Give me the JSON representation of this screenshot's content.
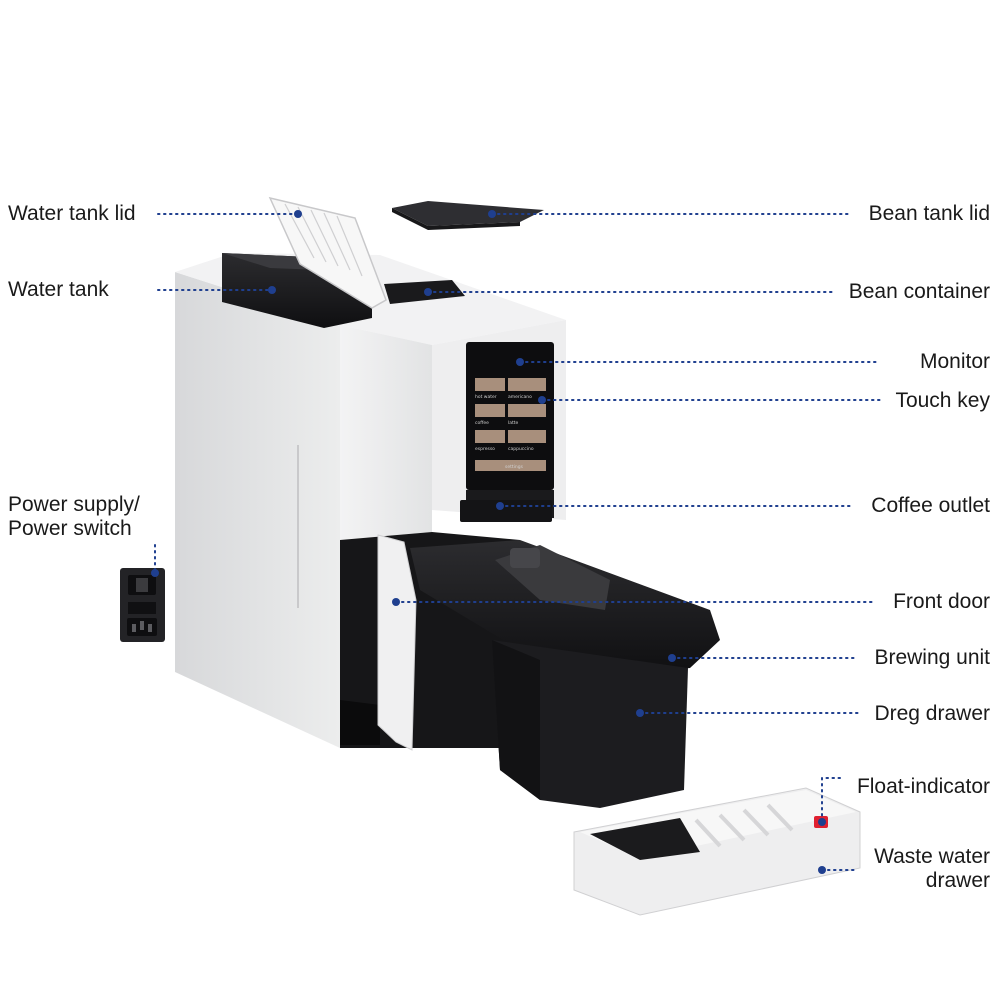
{
  "labels": {
    "water_tank_lid": "Water tank lid",
    "water_tank": "Water tank",
    "power_supply_line1": "Power supply/",
    "power_supply_line2": "Power switch",
    "bean_tank_lid": "Bean tank lid",
    "bean_container": "Bean container",
    "monitor": "Monitor",
    "touch_key": "Touch key",
    "coffee_outlet": "Coffee outlet",
    "front_door": "Front door",
    "brewing_unit": "Brewing unit",
    "dreg_drawer": "Dreg drawer",
    "float_indicator": "Float-indicator",
    "waste_water_line1": "Waste water",
    "waste_water_line2": "drawer"
  },
  "screen": {
    "tiles": [
      "hot water",
      "americano",
      "coffee",
      "latte",
      "espresso",
      "cappuccino"
    ],
    "settings": "settings"
  },
  "colors": {
    "leader": "#1f3f8f",
    "machine_body": "#e9e9ea",
    "dark_parts": "#1b1b1d",
    "tile": "#a88f7c",
    "float_indicator": "#e02030"
  },
  "icons": [
    "power-switch-icon",
    "power-socket-icon"
  ]
}
